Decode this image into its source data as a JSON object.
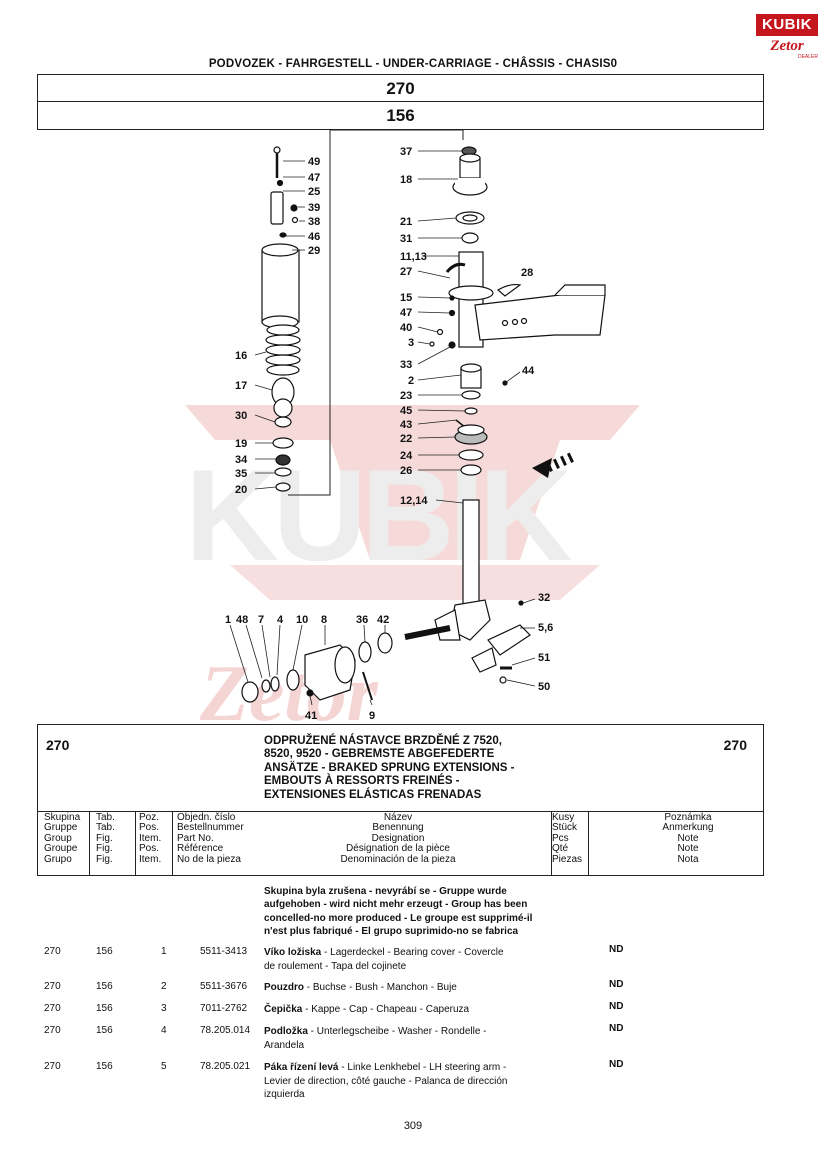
{
  "header": {
    "title": "PODVOZEK - FAHRGESTELL - UNDER-CARRIAGE - CHÂSSIS - CHASIS0",
    "group": "270",
    "table": "156"
  },
  "logo": {
    "brand": "KUBIK",
    "sub": "Zetor",
    "dealer": "DEALER"
  },
  "diagram": {
    "watermark": "KUBIK",
    "callouts": [
      "49",
      "47",
      "25",
      "39",
      "38",
      "46",
      "29",
      "16",
      "17",
      "30",
      "19",
      "34",
      "35",
      "20",
      "37",
      "18",
      "21",
      "31",
      "11,13",
      "27",
      "28",
      "15",
      "47",
      "40",
      "3",
      "33",
      "2",
      "44",
      "23",
      "45",
      "43",
      "22",
      "24",
      "26",
      "12,14",
      "32",
      "5,6",
      "51",
      "50",
      "1",
      "48",
      "7",
      "4",
      "10",
      "8",
      "36",
      "42",
      "41",
      "9"
    ]
  },
  "info": {
    "group_left": "270",
    "group_right": "270",
    "description": [
      "ODPRUŽENÉ NÁSTAVCE BRZDĚNÉ Z 7520,",
      "8520, 9520 - GEBREMSTE ABGEFEDERTE",
      "ANSÄTZE - BRAKED SPRUNG EXTENSIONS -",
      "EMBOUTS À RESSORTS FREINÉS -",
      "EXTENSIONES ELÁSTICAS FRENADAS"
    ],
    "columns": {
      "skupina": [
        "Skupina",
        "Gruppe",
        "Group",
        "Groupe",
        "Grupo"
      ],
      "tab": [
        "Tab.",
        "Tab.",
        "Fig.",
        "Fig.",
        "Fig."
      ],
      "poz": [
        "Poz.",
        "Pos.",
        "Item.",
        "Pos.",
        "Item."
      ],
      "objedn": [
        "Objedn. číslo",
        "Bestellnummer",
        "Part No.",
        "Référence",
        "No de la pieza"
      ],
      "nazev": [
        "Název",
        "Benennung",
        "Designation",
        "Désignation de la pièce",
        "Denominación de la pieza"
      ],
      "kusy": [
        "Kusy",
        "Stück",
        "Pcs",
        "Qté",
        "Piezas"
      ],
      "poznamka": [
        "Poznámka",
        "Anmerkung",
        "Note",
        "Note",
        "Nota"
      ]
    }
  },
  "note": [
    "Skupina byla zrušena - nevyrábí se - Gruppe wurde",
    "aufgehoben - wird nicht mehr erzeugt - Group has been",
    "concelled-no more produced - Le groupe est supprimé-il",
    "n'est plus fabriqué - El grupo suprimido-no se fabrica"
  ],
  "rows": [
    {
      "group": "270",
      "tab": "156",
      "pos": "1",
      "part": "5511-3413",
      "desc": [
        "Víko ložiska - Lagerdeckel - Bearing cover - Covercle",
        "de roulement - Tapa del cojinete"
      ],
      "note": "ND"
    },
    {
      "group": "270",
      "tab": "156",
      "pos": "2",
      "part": "5511-3676",
      "desc": [
        "Pouzdro - Buchse - Bush - Manchon - Buje"
      ],
      "note": "ND"
    },
    {
      "group": "270",
      "tab": "156",
      "pos": "3",
      "part": "7011-2762",
      "desc": [
        "Čepička - Kappe - Cap - Chapeau - Caperuza"
      ],
      "note": "ND"
    },
    {
      "group": "270",
      "tab": "156",
      "pos": "4",
      "part": "78.205.014",
      "desc": [
        "Podložka - Unterlegscheibe - Washer - Rondelle -",
        "Arandela"
      ],
      "note": "ND"
    },
    {
      "group": "270",
      "tab": "156",
      "pos": "5",
      "part": "78.205.021",
      "desc": [
        "Páka řízení levá - Linke Lenkhebel - LH steering arm -",
        "Levier de direction, côté gauche - Palanca de dirección",
        "izquierda"
      ],
      "note": "ND"
    }
  ],
  "footer": {
    "page": "309"
  }
}
